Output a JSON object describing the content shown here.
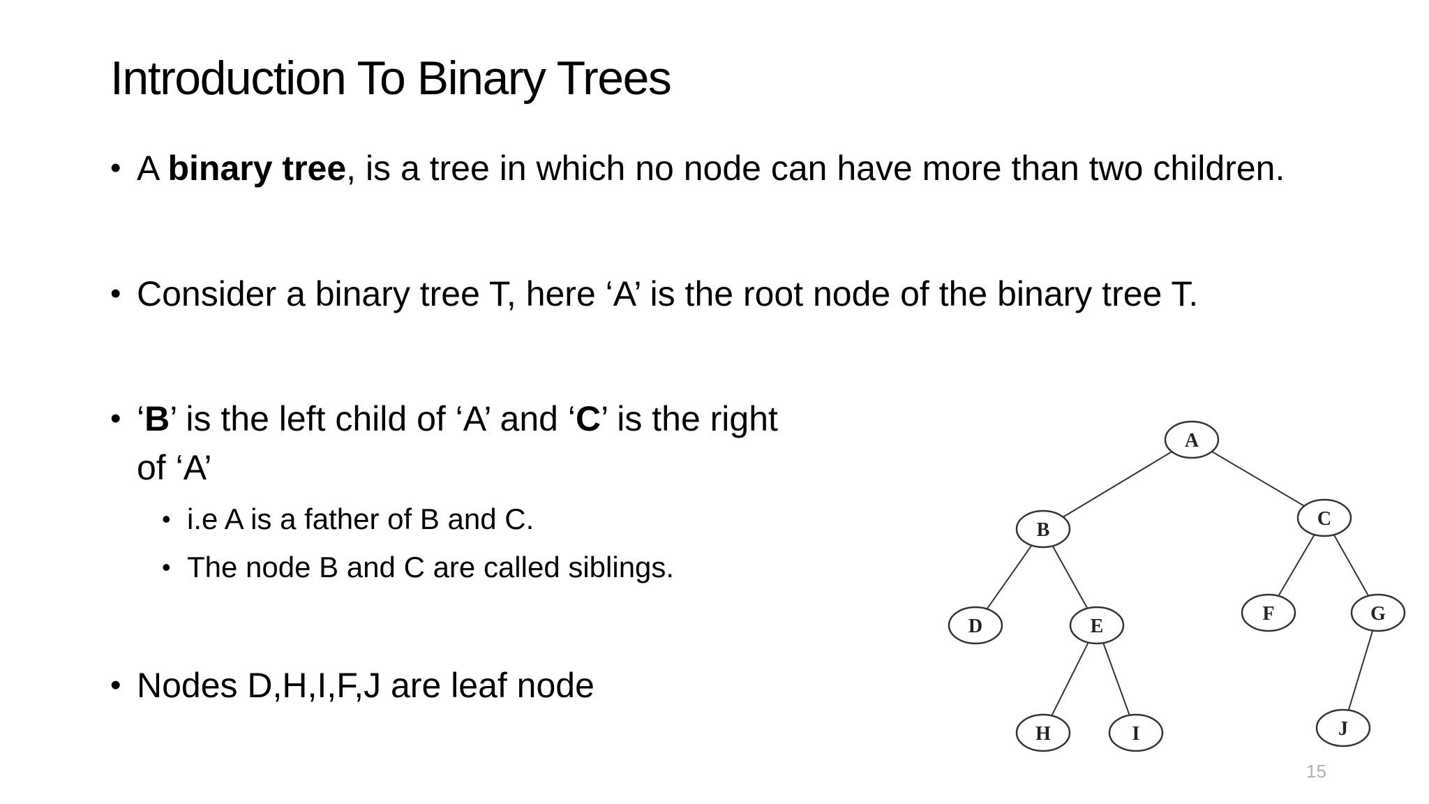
{
  "slide": {
    "title": "Introduction To Binary Trees",
    "bullets": [
      {
        "pre": "A ",
        "strong": "binary tree",
        "post": ", is a tree in which no node can have more than two children."
      },
      {
        "text": "Consider a binary tree T, here ‘A’ is the root node of the binary tree T."
      },
      {
        "open1": "‘",
        "strong1": "B",
        "mid1": "’ is the left child of ‘A’ and ‘",
        "strong2": "C",
        "mid2": "’ is the right",
        "line2": "of ‘A’"
      },
      {
        "text": "Nodes D,H,I,F,J are leaf node"
      }
    ],
    "sub_bullets": [
      "i.e A is a father of B and C.",
      "The node B and C are called  siblings."
    ],
    "bullet_symbol": "•",
    "page_number": "15"
  },
  "tree": {
    "nodes": [
      "A",
      "B",
      "C",
      "D",
      "E",
      "F",
      "G",
      "H",
      "I",
      "J"
    ],
    "edges": [
      [
        "A",
        "B"
      ],
      [
        "A",
        "C"
      ],
      [
        "B",
        "D"
      ],
      [
        "B",
        "E"
      ],
      [
        "C",
        "F"
      ],
      [
        "C",
        "G"
      ],
      [
        "E",
        "H"
      ],
      [
        "E",
        "I"
      ],
      [
        "G",
        "J"
      ]
    ],
    "stroke_color": "#333333"
  }
}
